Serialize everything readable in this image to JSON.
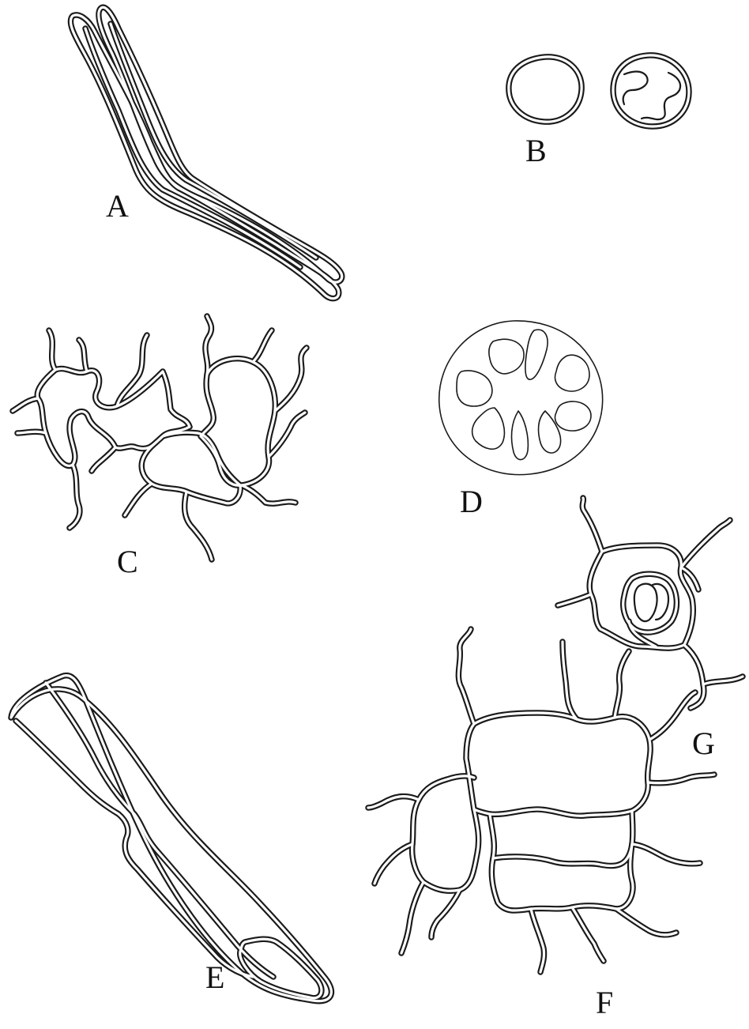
{
  "figure": {
    "panels": [
      {
        "id": "A",
        "label": "A"
      },
      {
        "id": "B",
        "label": "B"
      },
      {
        "id": "C",
        "label": "C"
      },
      {
        "id": "D",
        "label": "D"
      },
      {
        "id": "E",
        "label": "E"
      },
      {
        "id": "F",
        "label": "F"
      },
      {
        "id": "G",
        "label": "G"
      }
    ]
  },
  "colors": {
    "ink": "#1a1a1a",
    "paper": "#ffffff"
  }
}
